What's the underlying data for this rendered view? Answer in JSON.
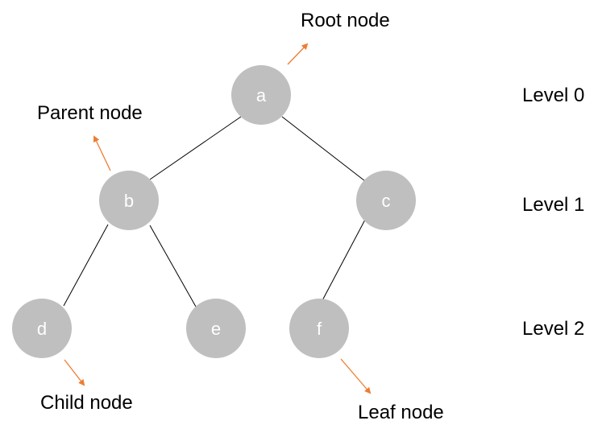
{
  "colors": {
    "node_fill": "#bfbfbf",
    "edge": "#000000",
    "arrow": "#ed7d31"
  },
  "nodes": [
    {
      "id": "a",
      "label": "a"
    },
    {
      "id": "b",
      "label": "b"
    },
    {
      "id": "c",
      "label": "c"
    },
    {
      "id": "d",
      "label": "d"
    },
    {
      "id": "e",
      "label": "e"
    },
    {
      "id": "f",
      "label": "f"
    }
  ],
  "edges": [
    {
      "from": "a",
      "to": "b"
    },
    {
      "from": "a",
      "to": "c"
    },
    {
      "from": "b",
      "to": "d"
    },
    {
      "from": "b",
      "to": "e"
    },
    {
      "from": "c",
      "to": "f"
    }
  ],
  "annotations": {
    "root": "Root node",
    "parent": "Parent node",
    "child": "Child node",
    "leaf": "Leaf node"
  },
  "levels": [
    "Level 0",
    "Level 1",
    "Level 2"
  ]
}
